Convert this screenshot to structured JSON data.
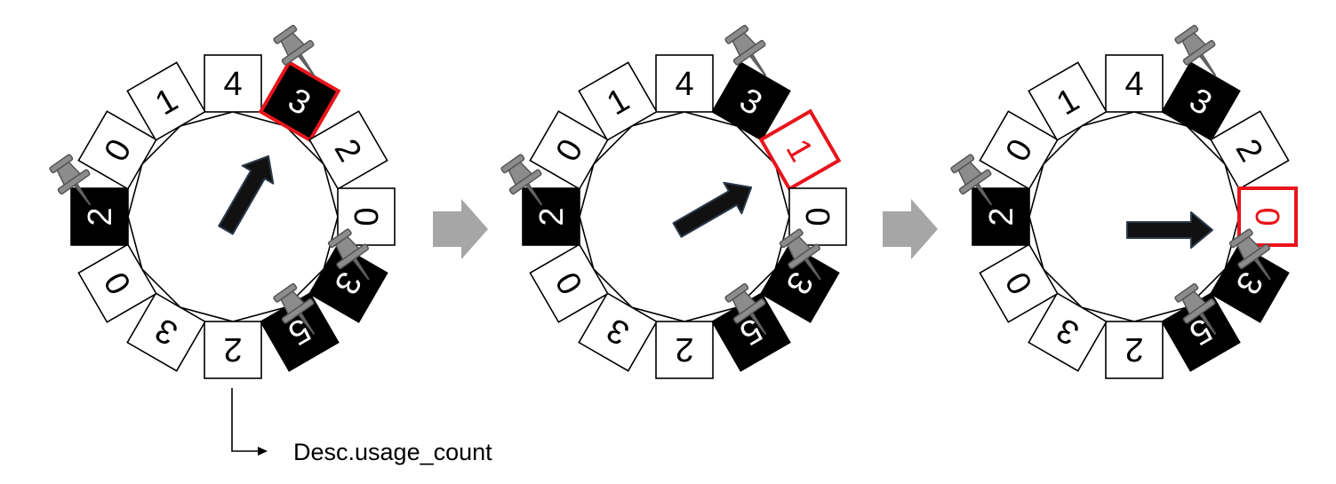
{
  "colors": {
    "pinned_fill": "#000000",
    "unpinned_fill": "#ffffff",
    "highlight": "#e8141c",
    "hand_arrow": "#111111",
    "hand_outline": "#2b3a4a",
    "step_arrow": "#a6a6a6",
    "pin": "#8c8c8c"
  },
  "icons": {
    "pin": "pushpin-icon",
    "clock_hand": "clock-hand-arrow",
    "step": "step-arrow"
  },
  "clocks": [
    {
      "slots": [
        {
          "value": "4",
          "pinned": false,
          "highlighted": false
        },
        {
          "value": "3",
          "pinned": true,
          "highlighted": true
        },
        {
          "value": "2",
          "pinned": false,
          "highlighted": false
        },
        {
          "value": "0",
          "pinned": false,
          "highlighted": false
        },
        {
          "value": "3",
          "pinned": true,
          "highlighted": false
        },
        {
          "value": "5",
          "pinned": true,
          "highlighted": false
        },
        {
          "value": "2",
          "pinned": false,
          "highlighted": false
        },
        {
          "value": "3",
          "pinned": false,
          "highlighted": false
        },
        {
          "value": "0",
          "pinned": false,
          "highlighted": false
        },
        {
          "value": "2",
          "pinned": true,
          "highlighted": false
        },
        {
          "value": "0",
          "pinned": false,
          "highlighted": false
        },
        {
          "value": "1",
          "pinned": false,
          "highlighted": false
        }
      ],
      "hand_slot": 1
    },
    {
      "slots": [
        {
          "value": "4",
          "pinned": false,
          "highlighted": false
        },
        {
          "value": "3",
          "pinned": true,
          "highlighted": false
        },
        {
          "value": "1",
          "pinned": false,
          "highlighted": true
        },
        {
          "value": "0",
          "pinned": false,
          "highlighted": false
        },
        {
          "value": "3",
          "pinned": true,
          "highlighted": false
        },
        {
          "value": "5",
          "pinned": true,
          "highlighted": false
        },
        {
          "value": "2",
          "pinned": false,
          "highlighted": false
        },
        {
          "value": "3",
          "pinned": false,
          "highlighted": false
        },
        {
          "value": "0",
          "pinned": false,
          "highlighted": false
        },
        {
          "value": "2",
          "pinned": true,
          "highlighted": false
        },
        {
          "value": "0",
          "pinned": false,
          "highlighted": false
        },
        {
          "value": "1",
          "pinned": false,
          "highlighted": false
        }
      ],
      "hand_slot": 2
    },
    {
      "slots": [
        {
          "value": "4",
          "pinned": false,
          "highlighted": false
        },
        {
          "value": "3",
          "pinned": true,
          "highlighted": false
        },
        {
          "value": "2",
          "pinned": false,
          "highlighted": false
        },
        {
          "value": "0",
          "pinned": false,
          "highlighted": true
        },
        {
          "value": "3",
          "pinned": true,
          "highlighted": false
        },
        {
          "value": "5",
          "pinned": true,
          "highlighted": false
        },
        {
          "value": "2",
          "pinned": false,
          "highlighted": false
        },
        {
          "value": "3",
          "pinned": false,
          "highlighted": false
        },
        {
          "value": "0",
          "pinned": false,
          "highlighted": false
        },
        {
          "value": "2",
          "pinned": true,
          "highlighted": false
        },
        {
          "value": "0",
          "pinned": false,
          "highlighted": false
        },
        {
          "value": "1",
          "pinned": false,
          "highlighted": false
        }
      ],
      "hand_slot": 3
    }
  ],
  "callout": {
    "label": "Desc.usage_count"
  }
}
